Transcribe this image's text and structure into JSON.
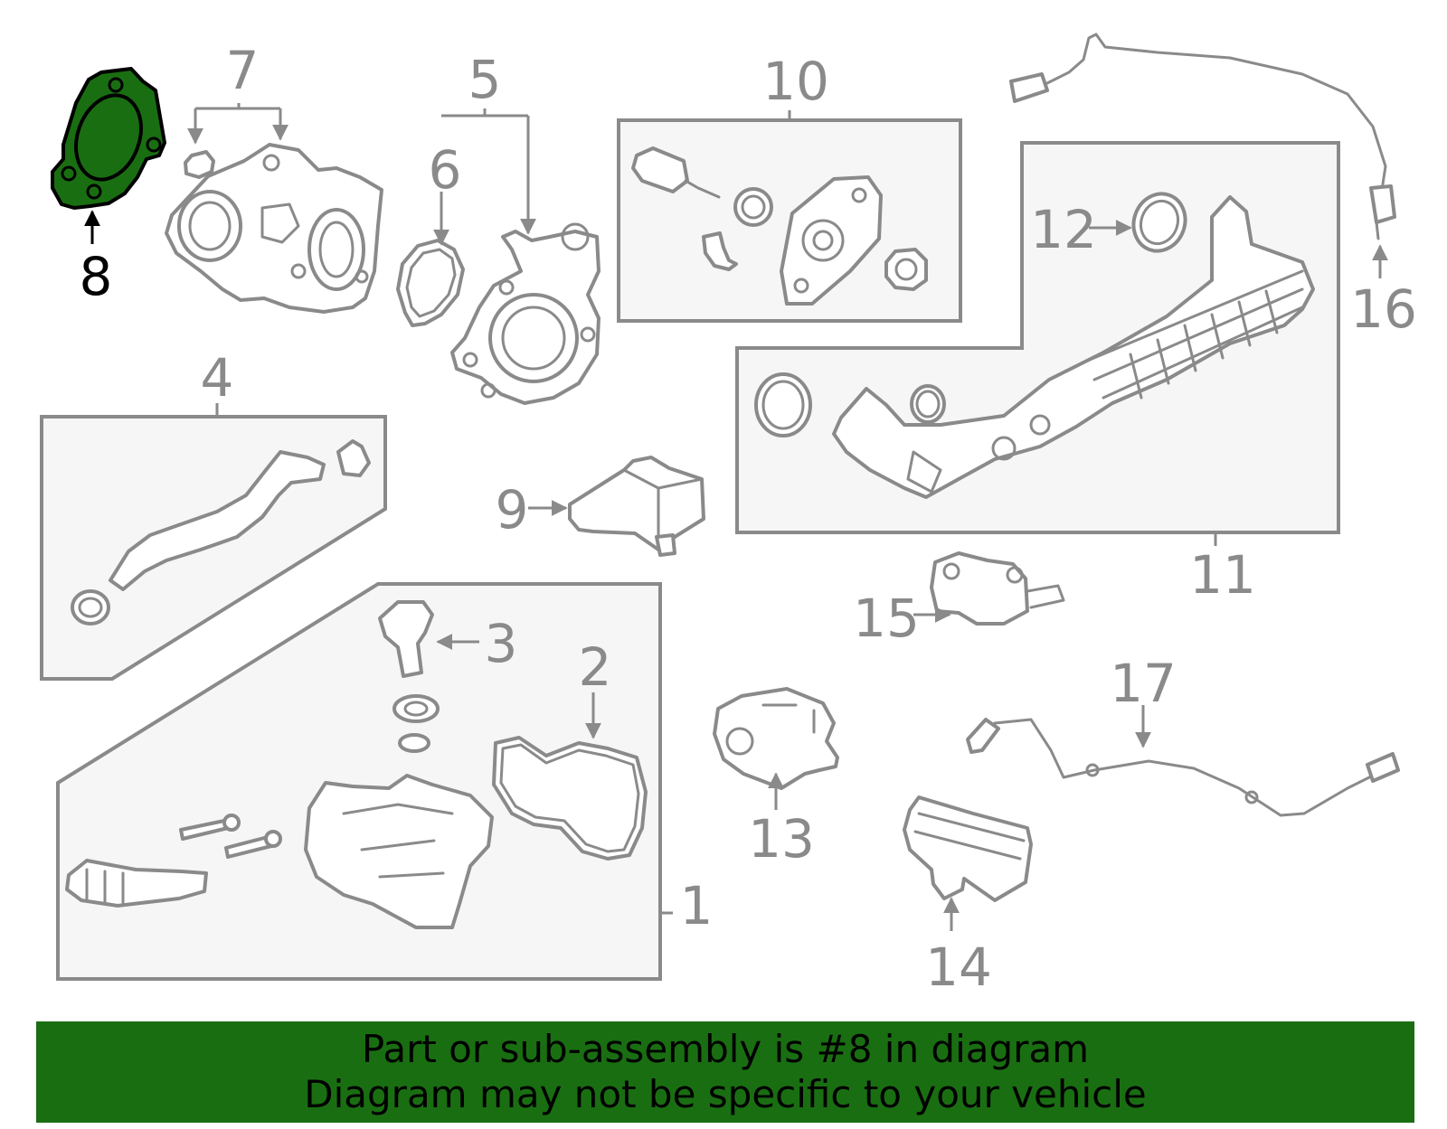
{
  "highlight_color": "#1a6e12",
  "highlighted_part": "8",
  "callouts": {
    "c1": "1",
    "c2": "2",
    "c3": "3",
    "c4": "4",
    "c5": "5",
    "c6": "6",
    "c7": "7",
    "c8": "8",
    "c9": "9",
    "c10": "10",
    "c11": "11",
    "c12": "12",
    "c13": "13",
    "c14": "14",
    "c15": "15",
    "c16": "16",
    "c17": "17"
  },
  "banner": {
    "line1": "Part or sub-assembly is #8 in diagram",
    "line2": "Diagram may not be specific to your vehicle"
  }
}
